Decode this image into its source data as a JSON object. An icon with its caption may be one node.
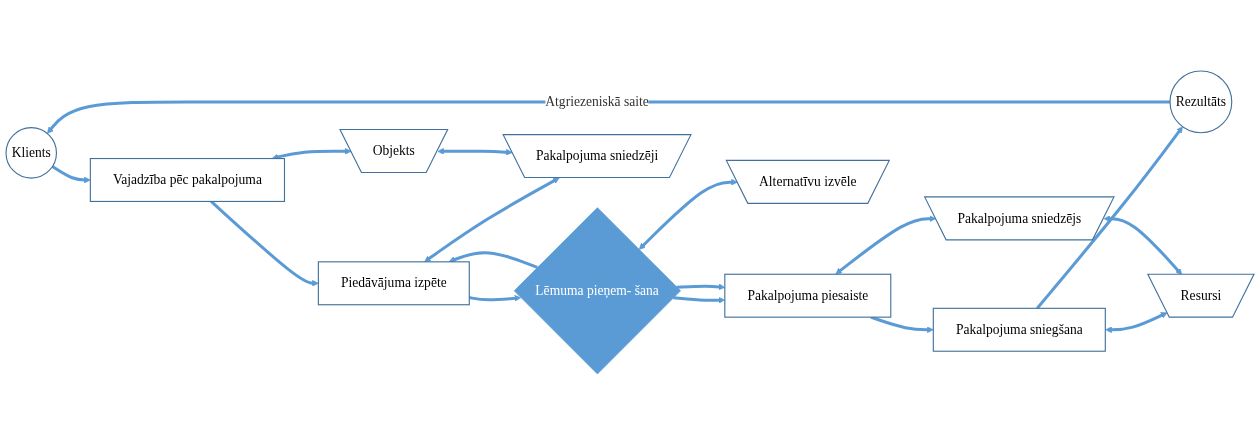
{
  "diagram": {
    "nodes": [
      {
        "text": [
          "Klients"
        ]
      },
      {
        "text": [
          "Vajadzība pēc pakalpojuma"
        ]
      },
      {
        "text": [
          "Piedāvājuma izpēte"
        ]
      },
      {
        "text": [
          "Lēmuma pieņem- šana"
        ]
      },
      {
        "text": [
          "Pakalpojuma piesaiste"
        ]
      },
      {
        "text": [
          "Pakalpojuma sniegšana"
        ]
      },
      {
        "text": [
          "Rezultāts"
        ]
      },
      {
        "text": [
          "Objekts"
        ]
      },
      {
        "text": [
          "Pakalpojuma sniedzēji"
        ]
      },
      {
        "text": [
          "Alternatīvu izvēle"
        ]
      },
      {
        "text": [
          "Pakalpojuma sniedzējs"
        ]
      },
      {
        "text": [
          "Resursi"
        ]
      }
    ],
    "edges": [
      {
        "from": 0,
        "to": 1,
        "arrow": "to"
      },
      {
        "from": 1,
        "to": 2,
        "arrow": "to"
      },
      {
        "from": 2,
        "to": 3,
        "arrow": "to"
      },
      {
        "from": 3,
        "to": 4,
        "arrow": "to"
      },
      {
        "from": 4,
        "to": 5,
        "arrow": "to"
      },
      {
        "from": 5,
        "to": 6,
        "arrow": "to"
      },
      {
        "from": 6,
        "to": 0,
        "arrow": "to",
        "label": "Atgriezeniskā saite"
      },
      {
        "from": 3,
        "to": 2,
        "arrow": "to"
      },
      {
        "from": 3,
        "to": 4,
        "arrow": "to"
      },
      {
        "from": 1,
        "to": 7,
        "arrow": "both"
      },
      {
        "from": 2,
        "to": 8,
        "arrow": "both"
      },
      {
        "from": 3,
        "to": 9,
        "arrow": "both"
      },
      {
        "from": 4,
        "to": 10,
        "arrow": "both"
      },
      {
        "from": 5,
        "to": 11,
        "arrow": "both"
      },
      {
        "from": 7,
        "to": 8,
        "arrow": "both"
      },
      {
        "from": 10,
        "to": 11,
        "arrow": "both"
      }
    ]
  }
}
